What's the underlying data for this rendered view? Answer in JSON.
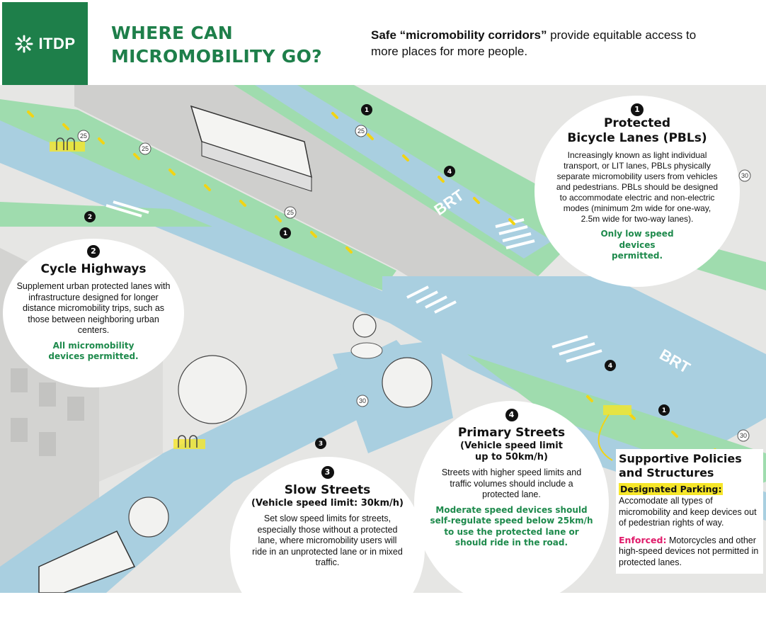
{
  "header": {
    "logo_text": "ITDP",
    "title_line1": "WHERE CAN",
    "title_line2": "MICROMOBILITY GO?",
    "tagline_bold": "Safe “micromobility corridors”",
    "tagline_rest": " provide equitable access to more places for more people."
  },
  "scene": {
    "road_markings": [
      "BRT",
      "BRT"
    ],
    "speed_marks": [
      "25",
      "25",
      "25",
      "25",
      "30",
      "30",
      "30"
    ],
    "markers": [
      "1",
      "1",
      "1",
      "1",
      "2",
      "3",
      "4",
      "4"
    ]
  },
  "callouts": {
    "pbl": {
      "number": "1",
      "title_line1": "Protected",
      "title_line2": "Bicycle Lanes (PBLs)",
      "body": "Increasingly known as light individual transport, or LIT lanes, PBLs physically separate micromobility users from vehicles and pedestrians. PBLs should be designed to accommodate electric and non-electric modes (minimum 2m wide for one-way, 2.5m wide for two-way lanes).",
      "note": "Only low speed devices permitted."
    },
    "cycle": {
      "number": "2",
      "title": "Cycle Highways",
      "body": "Supplement urban protected lanes with infrastructure designed for longer distance micromobility trips, such as those between neighboring urban centers.",
      "note": "All micromobility devices permitted."
    },
    "slow": {
      "number": "3",
      "title": "Slow Streets",
      "subtitle": "(Vehicle speed limit: 30km/h)",
      "body": "Set slow speed limits for streets, especially those without a protected lane, where micromobility users will ride in an unprotected lane or in mixed traffic."
    },
    "primary": {
      "number": "4",
      "title": "Primary Streets",
      "subtitle_line1": "(Vehicle speed limit",
      "subtitle_line2": "up to 50km/h)",
      "body": "Streets with higher speed limits and traffic volumes should include a protected lane.",
      "note": "Moderate speed devices should self-regulate speed below 25km/h to use the protected lane or should ride in the road."
    }
  },
  "support": {
    "title_line1": "Supportive Policies",
    "title_line2": "and Structures",
    "parking_label": "Designated Parking:",
    "parking_body": "Accomodate all types of micromobility and keep devices out of pedestrian rights of way.",
    "enforced_label": "Enforced:",
    "enforced_body": " Motorcycles and other high-speed devices not permitted in protected lanes."
  },
  "colors": {
    "brand_green": "#1e7f4a",
    "note_green": "#1e8a4c",
    "lane_green": "#9fdcae",
    "street_blue": "#a9cfe0",
    "highlight_yellow": "#f6e629",
    "enforced_pink": "#e01b6a"
  }
}
